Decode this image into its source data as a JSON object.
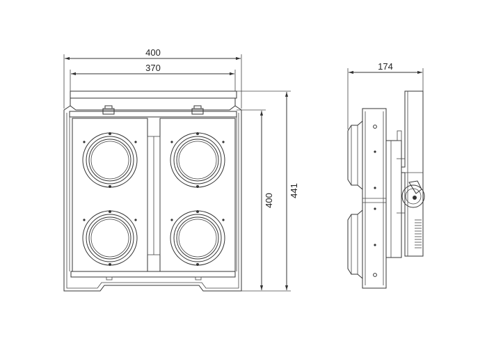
{
  "dimensions": {
    "overall_width": "400",
    "inner_width": "370",
    "body_height": "400",
    "overall_height": "441",
    "depth": "174"
  },
  "views": {
    "front": {
      "lamp_count": 4
    },
    "side": {}
  },
  "colors": {
    "line": "#333333",
    "background": "#ffffff"
  }
}
